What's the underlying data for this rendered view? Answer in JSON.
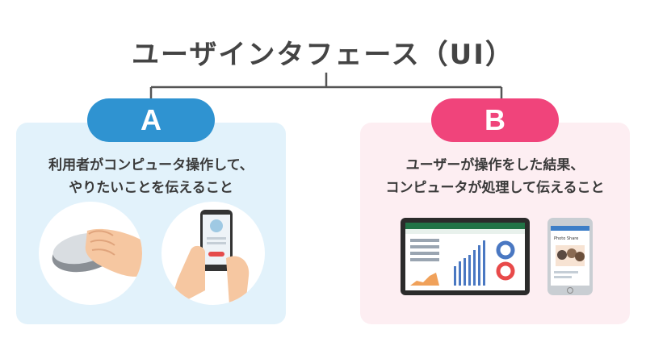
{
  "title": "ユーザインタフェース（UI）",
  "panels": [
    {
      "label": "A",
      "line1": "利用者がコンピュータ操作して、",
      "line2": "やりたいことを伝えること"
    },
    {
      "label": "B",
      "line1": "ユーザーが操作をした結果、",
      "line2": "コンピュータが処理して伝えること"
    }
  ],
  "phone_screen": {
    "title": "Photo Share"
  },
  "colors": {
    "accent_a": "#2f93d1",
    "accent_b": "#f0447b",
    "panel_a_bg": "#e2f2fb",
    "panel_b_bg": "#fdeef2"
  },
  "icons": [
    "mouse-icon",
    "hand-icon",
    "smartphone-icon",
    "tablet-icon"
  ]
}
